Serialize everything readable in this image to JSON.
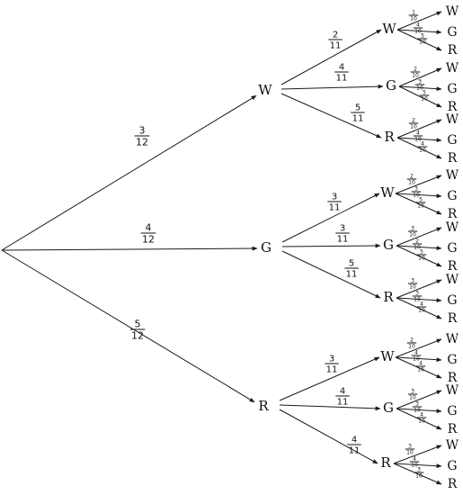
{
  "tree": {
    "root_children": [
      {
        "label": "W",
        "prob": [
          "3",
          "12"
        ],
        "children": [
          {
            "label": "W",
            "prob": [
              "2",
              "11"
            ],
            "children": [
              {
                "label": "W",
                "prob": [
                  "1",
                  "10"
                ]
              },
              {
                "label": "G",
                "prob": [
                  "4",
                  "10"
                ]
              },
              {
                "label": "R",
                "prob": [
                  "5",
                  "10"
                ]
              }
            ]
          },
          {
            "label": "G",
            "prob": [
              "4",
              "11"
            ],
            "children": [
              {
                "label": "W",
                "prob": [
                  "2",
                  "10"
                ]
              },
              {
                "label": "G",
                "prob": [
                  "3",
                  "10"
                ]
              },
              {
                "label": "R",
                "prob": [
                  "5",
                  "10"
                ]
              }
            ]
          },
          {
            "label": "R",
            "prob": [
              "5",
              "11"
            ],
            "children": [
              {
                "label": "W",
                "prob": [
                  "2",
                  "10"
                ]
              },
              {
                "label": "G",
                "prob": [
                  "4",
                  "10"
                ]
              },
              {
                "label": "R",
                "prob": [
                  "4",
                  "10"
                ]
              }
            ]
          }
        ]
      },
      {
        "label": "G",
        "prob": [
          "4",
          "12"
        ],
        "children": [
          {
            "label": "W",
            "prob": [
              "3",
              "11"
            ],
            "children": [
              {
                "label": "W",
                "prob": [
                  "2",
                  "10"
                ]
              },
              {
                "label": "G",
                "prob": [
                  "3",
                  "10"
                ]
              },
              {
                "label": "R",
                "prob": [
                  "5",
                  "10"
                ]
              }
            ]
          },
          {
            "label": "G",
            "prob": [
              "3",
              "11"
            ],
            "children": [
              {
                "label": "W",
                "prob": [
                  "3",
                  "10"
                ]
              },
              {
                "label": "G",
                "prob": [
                  "2",
                  "10"
                ]
              },
              {
                "label": "R",
                "prob": [
                  "5",
                  "10"
                ]
              }
            ]
          },
          {
            "label": "R",
            "prob": [
              "5",
              "11"
            ],
            "children": [
              {
                "label": "W",
                "prob": [
                  "3",
                  "10"
                ]
              },
              {
                "label": "G",
                "prob": [
                  "3",
                  "10"
                ]
              },
              {
                "label": "R",
                "prob": [
                  "4",
                  "10"
                ]
              }
            ]
          }
        ]
      },
      {
        "label": "R",
        "prob": [
          "5",
          "12"
        ],
        "children": [
          {
            "label": "W",
            "prob": [
              "3",
              "11"
            ],
            "children": [
              {
                "label": "W",
                "prob": [
                  "2",
                  "10"
                ]
              },
              {
                "label": "G",
                "prob": [
                  "4",
                  "10"
                ]
              },
              {
                "label": "R",
                "prob": [
                  "4",
                  "10"
                ]
              }
            ]
          },
          {
            "label": "G",
            "prob": [
              "4",
              "11"
            ],
            "children": [
              {
                "label": "W",
                "prob": [
                  "3",
                  "10"
                ]
              },
              {
                "label": "G",
                "prob": [
                  "3",
                  "10"
                ]
              },
              {
                "label": "R",
                "prob": [
                  "4",
                  "10"
                ]
              }
            ]
          },
          {
            "label": "R",
            "prob": [
              "4",
              "11"
            ],
            "children": [
              {
                "label": "W",
                "prob": [
                  "3",
                  "10"
                ]
              },
              {
                "label": "G",
                "prob": [
                  "4",
                  "10"
                ]
              },
              {
                "label": "R",
                "prob": [
                  "3",
                  "10"
                ]
              }
            ]
          }
        ]
      }
    ]
  }
}
